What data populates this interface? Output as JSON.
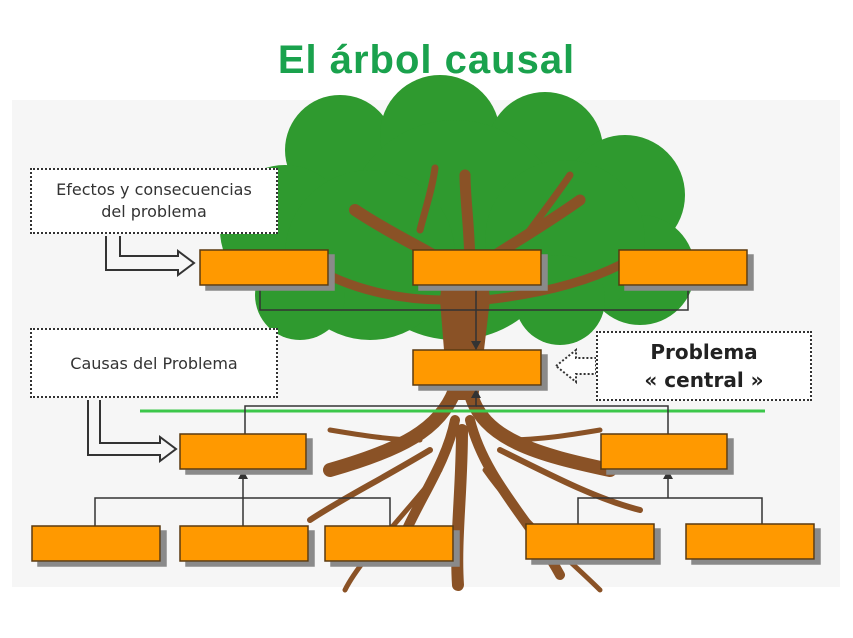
{
  "title": "El árbol causal",
  "colors": {
    "title": "#1aa24d",
    "foliage": "#2f9a2f",
    "trunk": "#8a5226",
    "box_fill": "#ff9900",
    "box_border": "#5a3a10",
    "ground_line": "#3cc74a"
  },
  "labels": {
    "effects_line1": "Efectos y consecuencias",
    "effects_line2": "del problema",
    "causes": "Causas del Problema",
    "central_line1": "Problema",
    "central_line2": "« central »"
  }
}
